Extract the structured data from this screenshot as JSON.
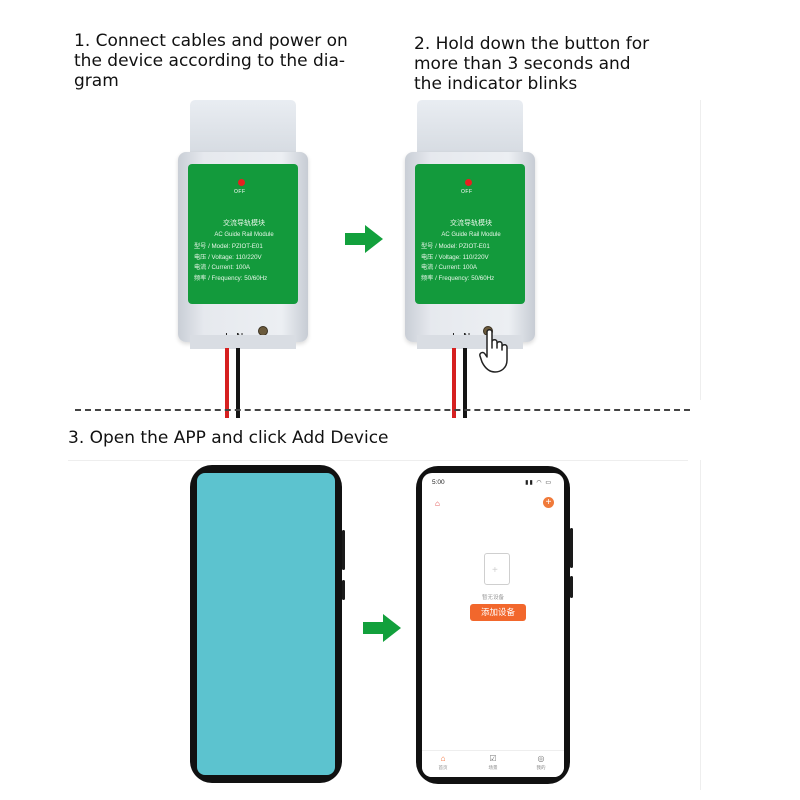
{
  "instructions": {
    "step1": [
      "1. Connect cables and power on",
      "the device according to the dia-",
      "gram"
    ],
    "step2": [
      "2. Hold down the button for",
      "more than 3 seconds and",
      "the indicator blinks"
    ],
    "step3": "3. Open the APP and click Add Device"
  },
  "module": {
    "logo": "OFF",
    "title": "交流导轨模块",
    "subtitle": "AC Guide Rail Module",
    "model": "型号 / Model: PZIOT-E01",
    "voltage": "电压 / Voltage: 110/220V",
    "current": "电流 / Current: 100A",
    "frequency": "频率 / Frequency: 50/60Hz",
    "terminal_l": "L",
    "terminal_n": "N"
  },
  "app": {
    "status_time": "5:00",
    "empty_text": "暂无设备",
    "add_button": "添加设备",
    "tabs": [
      "首页",
      "场景",
      "我的"
    ]
  },
  "colors": {
    "module_green": "#139a3c",
    "arrow_green": "#12a03c",
    "add_button_orange": "#f2672c",
    "blank_screen": "#5cc3cf"
  }
}
